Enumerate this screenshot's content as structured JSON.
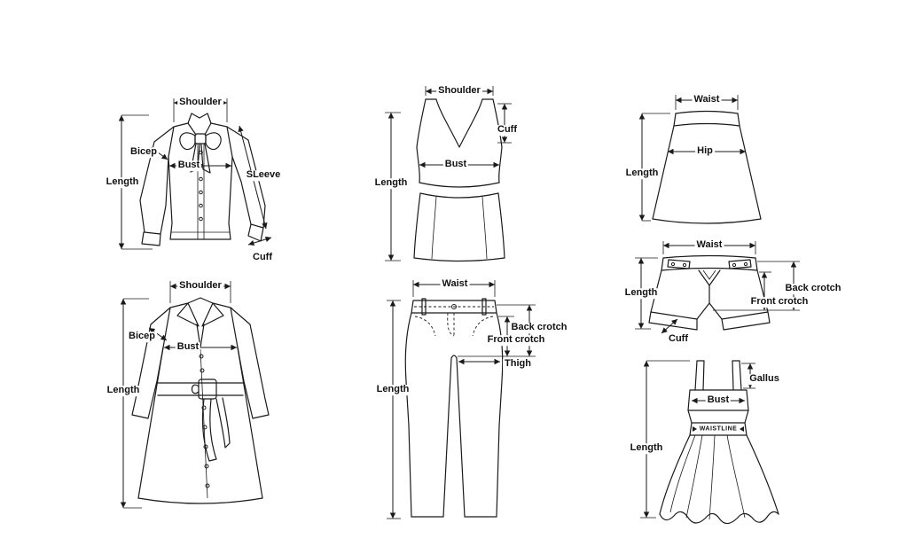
{
  "diagram": {
    "colors": {
      "line": "#1a1a1a",
      "background": "#ffffff"
    },
    "garments": {
      "blouse": {
        "labels": {
          "shoulder": "Shoulder",
          "bicep": "Bicep",
          "bust": "Bust",
          "length": "Length",
          "sleeve": "SLeeve",
          "cuff": "Cuff"
        }
      },
      "vest": {
        "labels": {
          "shoulder": "Shoulder",
          "cuff": "Cuff",
          "bust": "Bust",
          "length": "Length"
        }
      },
      "skirt": {
        "labels": {
          "waist": "Waist",
          "hip": "Hip",
          "length": "Length"
        }
      },
      "coat": {
        "labels": {
          "shoulder": "Shoulder",
          "bicep": "Bicep",
          "bust": "Bust",
          "length": "Length"
        }
      },
      "pants": {
        "labels": {
          "waist": "Waist",
          "back_crotch": "Back crotch",
          "front_crotch": "Front crotch",
          "thigh": "Thigh",
          "length": "Length"
        }
      },
      "shorts": {
        "labels": {
          "waist": "Waist",
          "length": "Length",
          "back_crotch": "Back crotch",
          "front_crotch": "Front crotch",
          "cuff": "Cuff"
        }
      },
      "dress": {
        "labels": {
          "gallus": "Gallus",
          "bust": "Bust",
          "waistline": "WAISTLINE",
          "length": "Length"
        }
      }
    }
  }
}
